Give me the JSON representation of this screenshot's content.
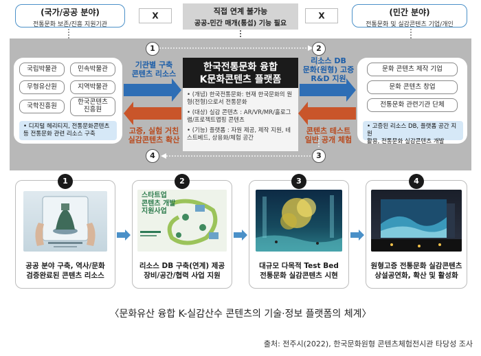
{
  "top": {
    "left_title": "(국가/공공 분야)",
    "left_sub": "전통문화 보존/진흥 지원기관",
    "right_title": "(민간 분야)",
    "right_sub": "전통문화 및 실감콘텐츠 기업/개인",
    "x_mark": "X",
    "center_line1": "직접 연계 불가능",
    "center_line2": "공공-민간 매개(통섭) 기능 필요"
  },
  "left_panel": {
    "institutions": [
      "국립박물관",
      "민속박물관",
      "무형유산원",
      "지역박물관",
      "국학진흥원",
      "한국콘텐츠\n진흥원"
    ],
    "note": "• 디지털 헤리티지, 전통문화콘텐츠\n등 전통문화 관련 리소스 구축"
  },
  "right_panel": {
    "items": [
      "문화 콘텐츠 제작 기업",
      "문화 콘텐츠 창업",
      "전통문화 관련기관 단체"
    ],
    "note": "• 고증된 리소스 DB, 플랫폼 공간 지원\n활용, 전통문화 실감콘텐츠 개발"
  },
  "platform": {
    "title_line1": "한국전통문화 융합",
    "title_line2": "K문화콘텐츠 플랫폼",
    "bullets": [
      "• (개념) 한국전통문화: 현재 한국문화의 원형(전형)으로서 전통문화",
      "• (대상) 실감 콘텐츠 : AR/VR/MR/홀로그램/프로젝트맵핑 콘텐츠",
      "• (기능) 플랫폼 : 자원 제공, 제작 지원, 테스트베드, 상용화/체험 공간"
    ]
  },
  "arrows": {
    "a1": "기관별 구축\n콘텐츠 리소스",
    "a2": "리소스 DB\n문화(원형) 고증\nR&D 지원",
    "a3": "콘텐츠 테스트\n일반 공개 체험",
    "a4": "고증, 실험 거친\n실감콘텐츠 확산",
    "n1": "1",
    "n2": "2",
    "n3": "3",
    "n4": "4"
  },
  "steps": [
    {
      "num": "1",
      "caption": "공공 분야 구축, 역사/문화\n검증완료된 콘텐츠 리소스"
    },
    {
      "num": "2",
      "caption": "리소스 DB 구축(연계) 제공\n장비/공간/협력 사업 지원",
      "image_text": "스타트업\n콘텐츠 개발\n지원사업"
    },
    {
      "num": "3",
      "caption": "대규모 다목적 Test Bed\n전통문화 실감콘텐츠 시현"
    },
    {
      "num": "4",
      "caption": "원형고증 전통문화 실감콘텐츠\n상설공연화, 확산 및 활성화"
    }
  ],
  "caption": "〈문화유산 융합 K-실감산수 콘텐츠의 기술·정보 플랫폼의 체계〉",
  "source": "출처: 전주시(2022), 한국문화원형 콘텐츠체험전시관 타당성 조사",
  "colors": {
    "blue_arrow": "#2e6eb5",
    "orange_arrow": "#c9552a",
    "gray_band": "#b8b8b8",
    "accent_blue": "#4a90c8"
  }
}
